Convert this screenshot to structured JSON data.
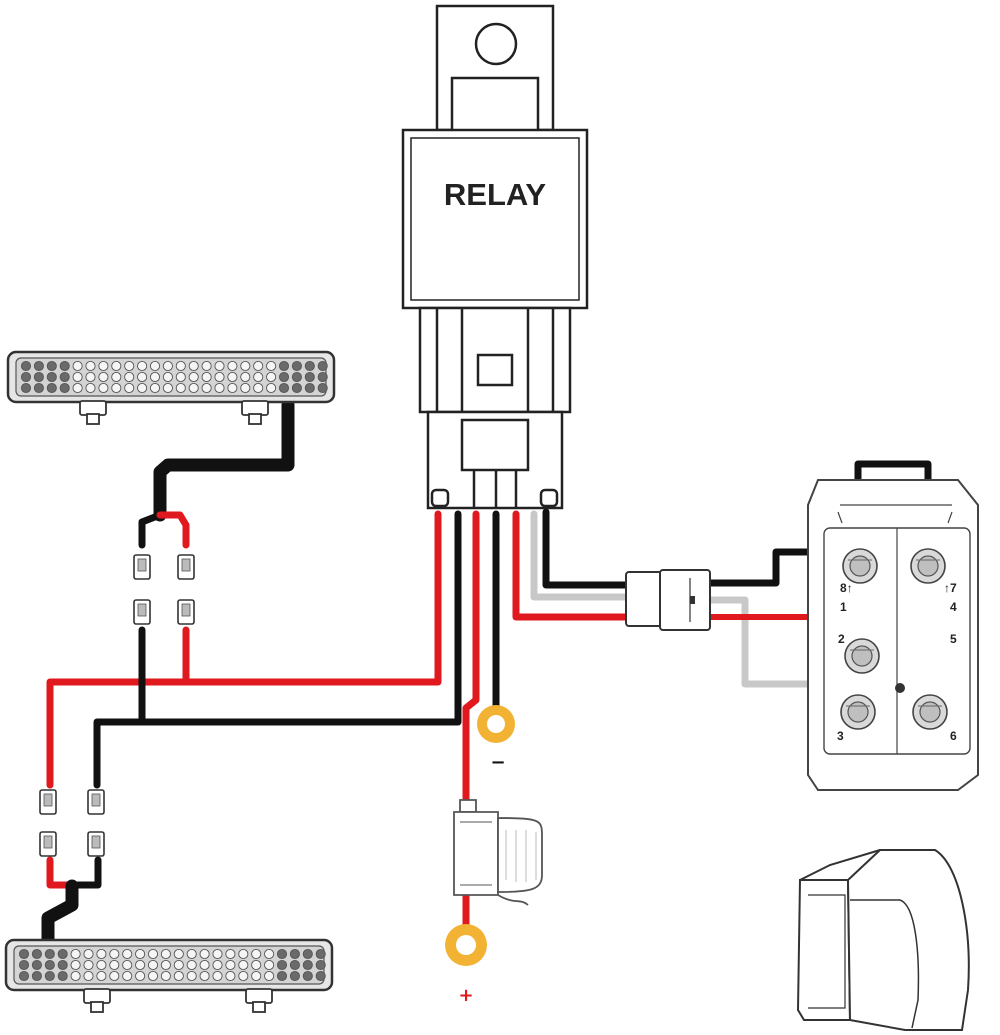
{
  "relay": {
    "label": "RELAY"
  },
  "switch": {
    "pins": [
      {
        "id": "p8",
        "label": "8↑"
      },
      {
        "id": "p7",
        "label": "↑7"
      },
      {
        "id": "p1",
        "label": "1"
      },
      {
        "id": "p4",
        "label": "4"
      },
      {
        "id": "p2",
        "label": "2"
      },
      {
        "id": "p5",
        "label": "5"
      },
      {
        "id": "p3",
        "label": "3"
      },
      {
        "id": "p6",
        "label": "6"
      }
    ]
  },
  "terminals": {
    "negative": {
      "symbol": "−"
    },
    "positive": {
      "symbol": "+"
    }
  },
  "colors": {
    "red_wire": "#e0191f",
    "black_wire": "#111111",
    "gray_wire": "#c8c8c8",
    "terminal_ring": "#f2b233"
  }
}
